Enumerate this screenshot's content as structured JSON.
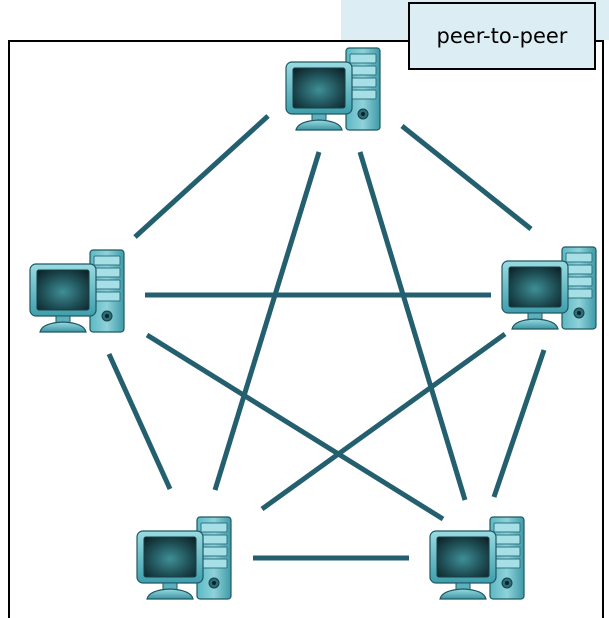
{
  "title": "peer-to-peer",
  "nodes": [
    {
      "id": "top",
      "icon": "desktop-computer-icon"
    },
    {
      "id": "left",
      "icon": "desktop-computer-icon"
    },
    {
      "id": "right",
      "icon": "desktop-computer-icon"
    },
    {
      "id": "bottom-left",
      "icon": "desktop-computer-icon"
    },
    {
      "id": "bottom-right",
      "icon": "desktop-computer-icon"
    }
  ],
  "links": [
    [
      "top",
      "left"
    ],
    [
      "top",
      "right"
    ],
    [
      "top",
      "bottom-left"
    ],
    [
      "top",
      "bottom-right"
    ],
    [
      "left",
      "right"
    ],
    [
      "left",
      "bottom-left"
    ],
    [
      "left",
      "bottom-right"
    ],
    [
      "right",
      "bottom-left"
    ],
    [
      "right",
      "bottom-right"
    ],
    [
      "bottom-left",
      "bottom-right"
    ]
  ],
  "colors": {
    "link": "#235f6e",
    "monitor": "#4da9b7",
    "label_bg": "#dceef4"
  }
}
